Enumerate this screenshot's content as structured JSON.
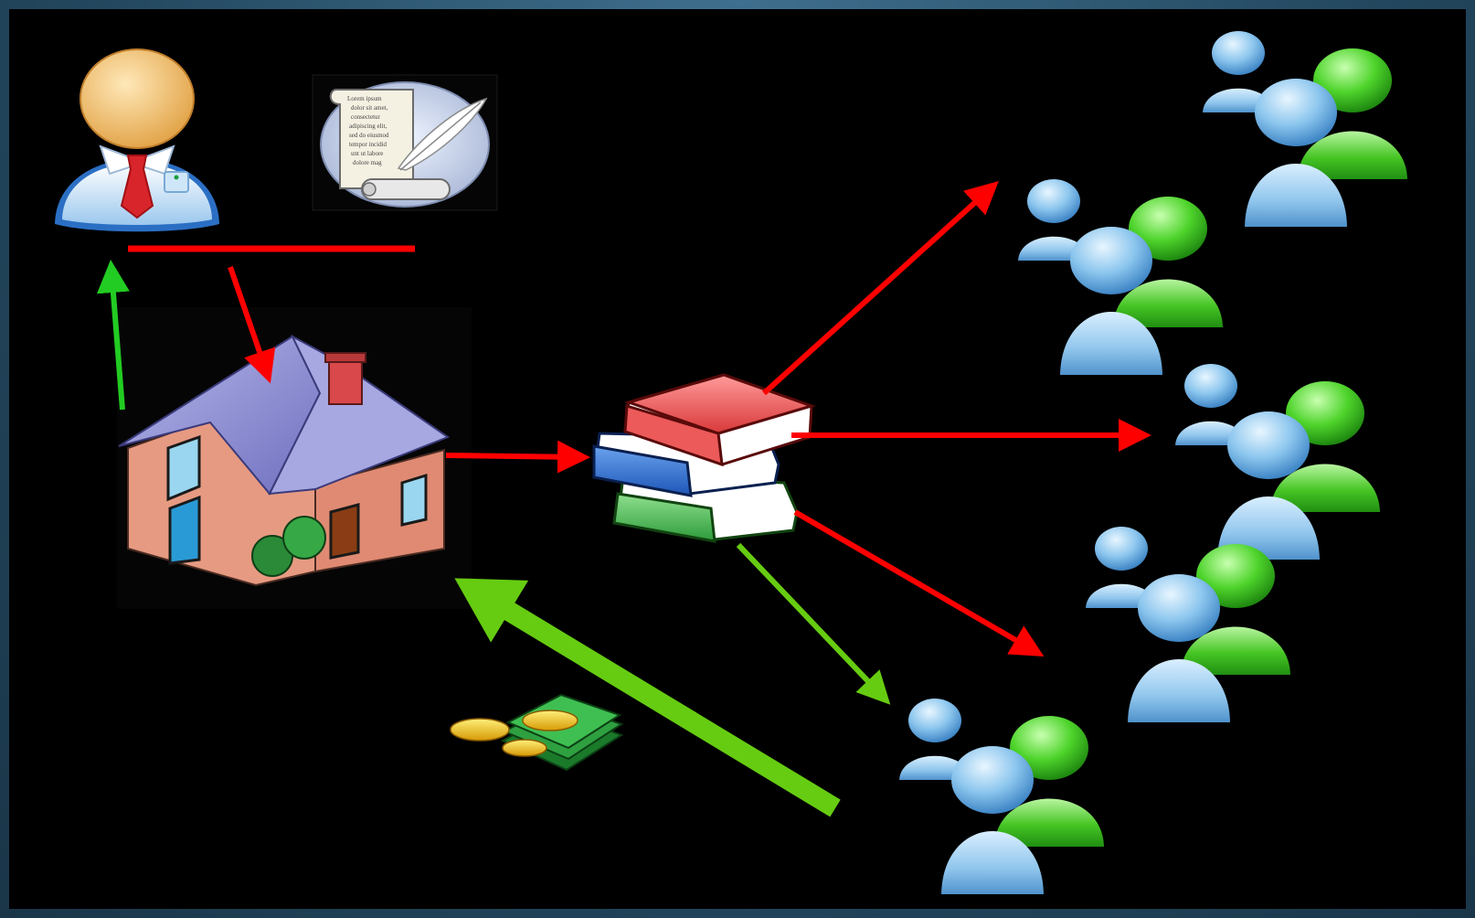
{
  "diagram": {
    "nodes": [
      {
        "id": "author",
        "icon": "author-person-icon"
      },
      {
        "id": "manuscript",
        "icon": "scroll-quill-icon"
      },
      {
        "id": "publisher",
        "icon": "house-icon"
      },
      {
        "id": "books",
        "icon": "book-stack-icon"
      },
      {
        "id": "money",
        "icon": "money-icon"
      },
      {
        "id": "readers-1",
        "icon": "user-group-icon"
      },
      {
        "id": "readers-2",
        "icon": "user-group-icon"
      },
      {
        "id": "readers-3",
        "icon": "user-group-icon"
      },
      {
        "id": "readers-4",
        "icon": "user-group-icon"
      },
      {
        "id": "readers-5",
        "icon": "user-group-icon"
      }
    ],
    "edges": [
      {
        "from": "manuscript",
        "to": "publisher",
        "color": "#ff0000"
      },
      {
        "from": "publisher",
        "to": "author",
        "color": "#22cc22"
      },
      {
        "from": "publisher",
        "to": "books",
        "color": "#ff0000"
      },
      {
        "from": "books",
        "to": "readers-2",
        "color": "#ff0000"
      },
      {
        "from": "books",
        "to": "readers-3",
        "color": "#ff0000"
      },
      {
        "from": "books",
        "to": "readers-4",
        "color": "#ff0000"
      },
      {
        "from": "books",
        "to": "readers-5",
        "color": "#66cc11"
      },
      {
        "from": "readers-5",
        "to": "publisher",
        "color": "#66cc11"
      }
    ]
  },
  "colors": {
    "red_arrow": "#ff0000",
    "green_arrow": "#22cc22",
    "lime_arrow": "#66cc11",
    "background": "#000000"
  },
  "manuscript_text": [
    "Lorem ipsum",
    "dolor sit amet,",
    "consectetur",
    "adipiscing elit,",
    "sed do eiusmod",
    "tempor incidid",
    "unt ut labore",
    "dolore mag"
  ]
}
